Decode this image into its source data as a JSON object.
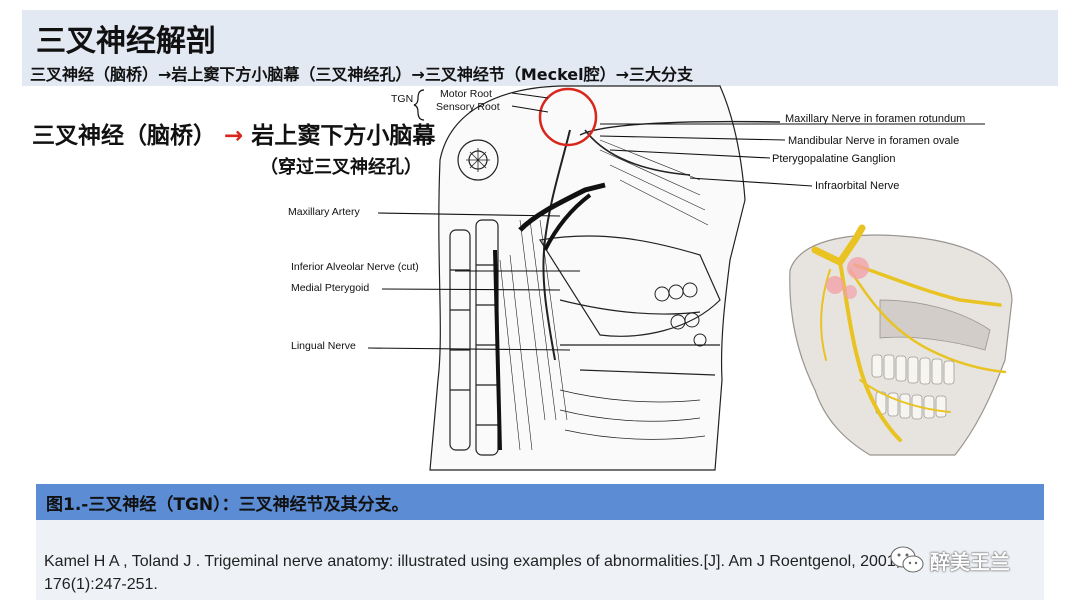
{
  "header": {
    "title": "三叉神经解剖",
    "subtitle": "三叉神经（脑桥）→岩上窦下方小脑幕（三叉神经孔）→三叉神经节（Meckel腔）→三大分支"
  },
  "overlay": {
    "part1": "三叉神经（脑桥）",
    "arrow": "→",
    "part2": "岩上窦下方小脑幕",
    "sub": "（穿过三叉神经孔）"
  },
  "figure_labels": {
    "tgn": "TGN",
    "motor_root": "Motor Root",
    "sensory_root": "Sensory Root",
    "maxillary_nerve": "Maxillary Nerve in foramen rotundum",
    "mandibular_nerve": "Mandibular Nerve in foramen ovale",
    "pterygopalatine": "Pterygopalatine Ganglion",
    "infraorbital": "Infraorbital Nerve",
    "maxillary_artery": "Maxillary Artery",
    "inferior_alveolar": "Inferior Alveolar Nerve (cut)",
    "medial_pterygoid": "Medial Pterygoid",
    "lingual_nerve": "Lingual Nerve"
  },
  "colors": {
    "highlight_red": "#d9261c",
    "nerve_yellow": "#e8c322",
    "caption_blue": "#5b8cd4",
    "header_bg": "#e3e9f3"
  },
  "caption": {
    "text": "图1.-三叉神经（TGN）：三叉神经节及其分支。"
  },
  "citation": {
    "text": "Kamel H A , Toland J . Trigeminal nerve anatomy: illustrated using examples of abnormalities.[J]. Am J Roentgenol, 2001, 176(1):247-251."
  },
  "watermark": {
    "icon": "wechat-icon",
    "text": "醉美王兰"
  }
}
